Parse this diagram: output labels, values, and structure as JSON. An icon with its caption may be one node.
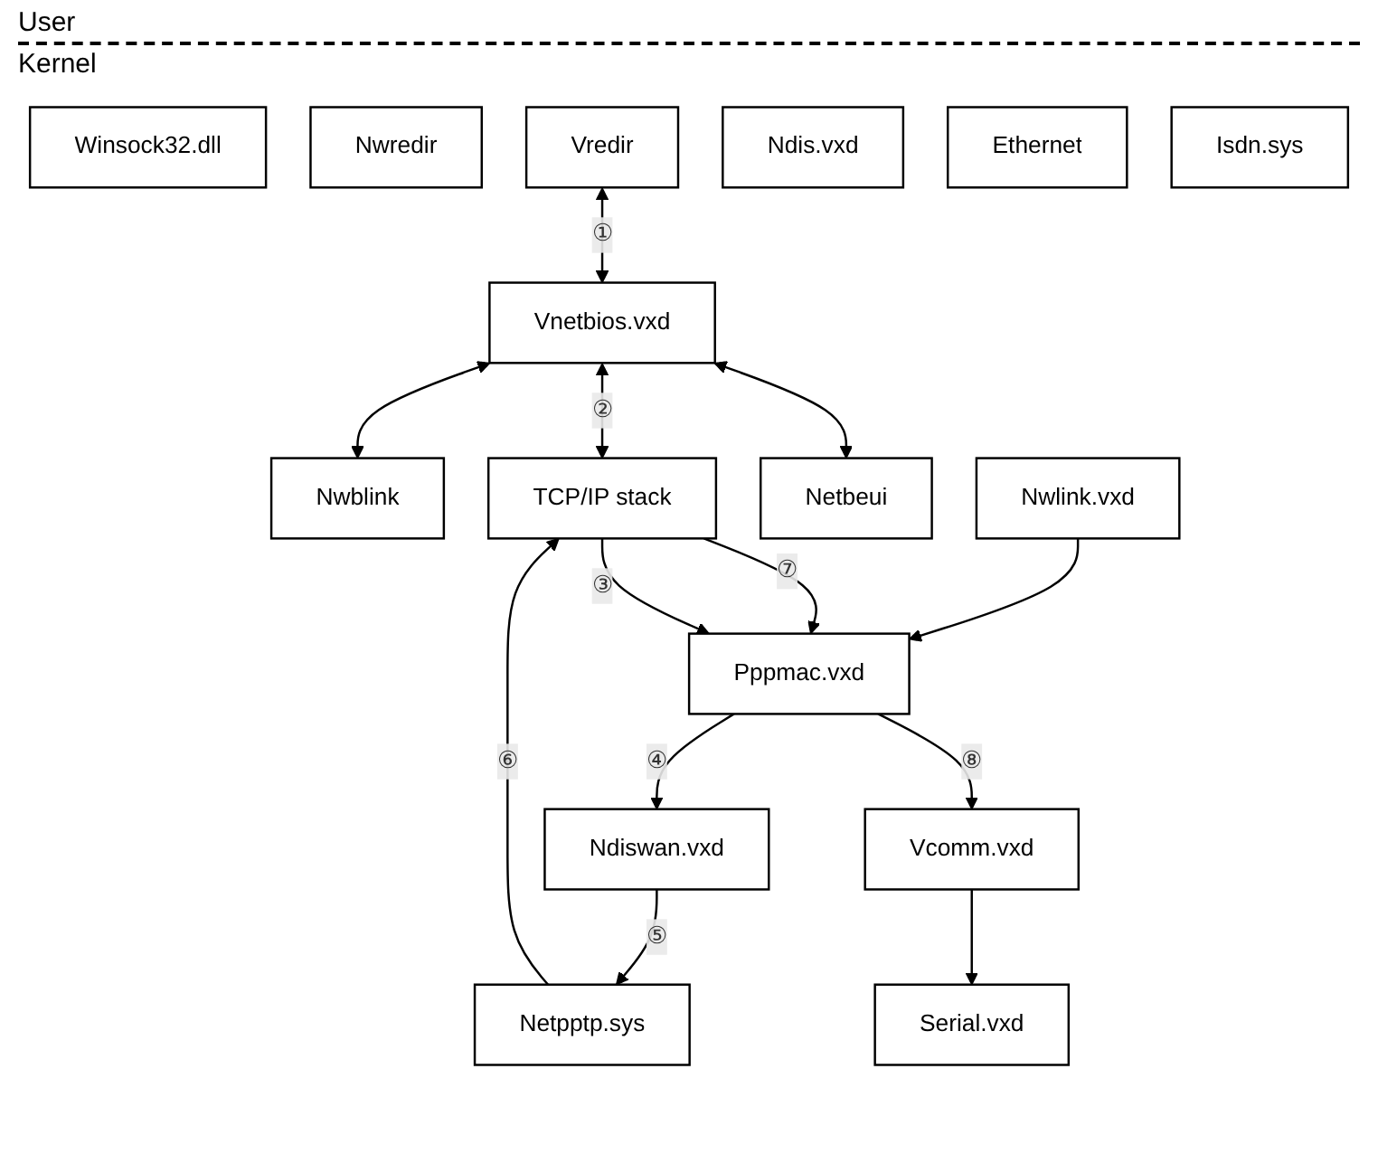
{
  "diagram": {
    "nodes": [
      {
        "text": [
          "Winsock32.dll"
        ]
      },
      {
        "text": [
          "Nwredir"
        ]
      },
      {
        "text": [
          "Vredir"
        ]
      },
      {
        "text": [
          "Vnetbios.vxd"
        ]
      },
      {
        "text": [
          "Nwblink"
        ]
      },
      {
        "text": [
          "Nwlink.vxd"
        ]
      },
      {
        "text": [
          "Netbeui"
        ]
      },
      {
        "text": [
          "TCP/IP stack"
        ]
      },
      {
        "text": [
          "Ndiswan.vxd"
        ]
      },
      {
        "text": [
          "Ndis.vxd"
        ]
      },
      {
        "text": [
          "Ethernet"
        ]
      },
      {
        "text": [
          "Pppmac.vxd"
        ]
      },
      {
        "text": [
          "Netpptp.sys"
        ]
      },
      {
        "text": [
          "Isdn.sys"
        ]
      },
      {
        "text": [
          "Vcomm.vxd"
        ]
      },
      {
        "text": [
          "Serial.vxd"
        ]
      }
    ],
    "edges": [
      {
        "from": 2,
        "to": 3,
        "arrow": "both",
        "label": "①"
      },
      {
        "from": 3,
        "to": 4,
        "arrow": "both"
      },
      {
        "from": 3,
        "to": 6,
        "arrow": "both"
      },
      {
        "from": 3,
        "to": 7,
        "arrow": "both",
        "label": "②"
      },
      {
        "from": 5,
        "to": 11,
        "arrow": "to"
      },
      {
        "from": 7,
        "to": 11,
        "arrow": "to",
        "label": "⑦"
      },
      {
        "from": 7,
        "to": 11,
        "arrow": "to",
        "label": "③"
      },
      {
        "from": 11,
        "to": 8,
        "arrow": "to",
        "label": "④"
      },
      {
        "from": 8,
        "to": 12,
        "arrow": "to",
        "label": "⑤"
      },
      {
        "from": 12,
        "to": 7,
        "arrow": "to",
        "label": "⑥"
      },
      {
        "from": 11,
        "to": 14,
        "arrow": "to",
        "label": "⑧"
      },
      {
        "from": 14,
        "to": 15,
        "arrow": "to"
      }
    ],
    "labels": [
      "User",
      "Kernel"
    ]
  }
}
